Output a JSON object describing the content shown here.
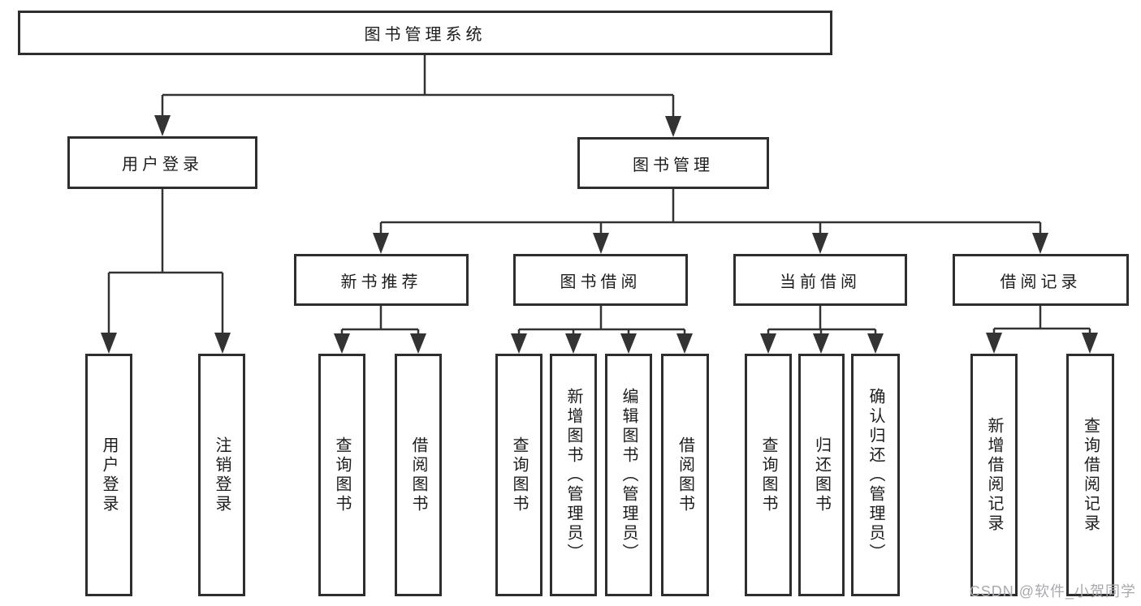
{
  "diagram": {
    "root": {
      "label": "图书管理系统"
    },
    "branches": {
      "user_login": {
        "label": "用户登录",
        "leaves": [
          {
            "label": "用户登录"
          },
          {
            "label": "注销登录"
          }
        ]
      },
      "book_mgmt": {
        "label": "图书管理",
        "sections": {
          "new_book_rec": {
            "label": "新书推荐",
            "leaves": [
              {
                "label": "查询图书"
              },
              {
                "label": "借阅图书"
              }
            ]
          },
          "book_borrow": {
            "label": "图书借阅",
            "leaves": [
              {
                "label": "查询图书"
              },
              {
                "label": "新增图书（管理员）"
              },
              {
                "label": "编辑图书（管理员）"
              },
              {
                "label": "借阅图书"
              }
            ]
          },
          "current_borrow": {
            "label": "当前借阅",
            "leaves": [
              {
                "label": "查询图书"
              },
              {
                "label": "归还图书"
              },
              {
                "label": "确认归还（管理员）"
              }
            ]
          },
          "borrow_records": {
            "label": "借阅记录",
            "leaves": [
              {
                "label": "新增借阅记录"
              },
              {
                "label": "查询借阅记录"
              }
            ]
          }
        }
      }
    }
  },
  "watermark": {
    "text": "CSDN @软件_小贺同学"
  },
  "colors": {
    "line": "#333333",
    "box_border": "#2e2e2e",
    "box_fill": "#ffffff",
    "text": "#1c1c1c",
    "watermark": "#a9a9ae",
    "background": "#ffffff"
  }
}
